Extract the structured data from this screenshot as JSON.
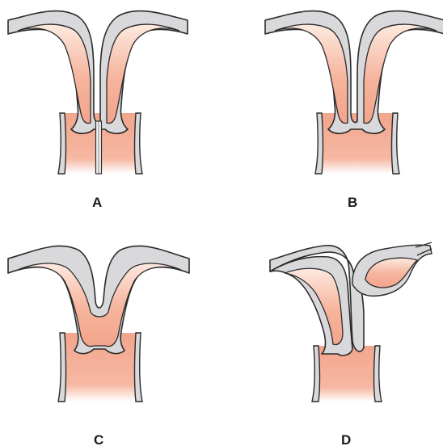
{
  "figure": {
    "panels": [
      {
        "id": "A",
        "label": "A"
      },
      {
        "id": "B",
        "label": "B"
      },
      {
        "id": "C",
        "label": "C"
      },
      {
        "id": "D",
        "label": "D"
      }
    ],
    "colors": {
      "tissue_pink": "#f2a58c",
      "tissue_pink_light": "#fbe3d9",
      "wall_gray": "#d9d9dc",
      "outline": "#2b2b2b"
    }
  }
}
